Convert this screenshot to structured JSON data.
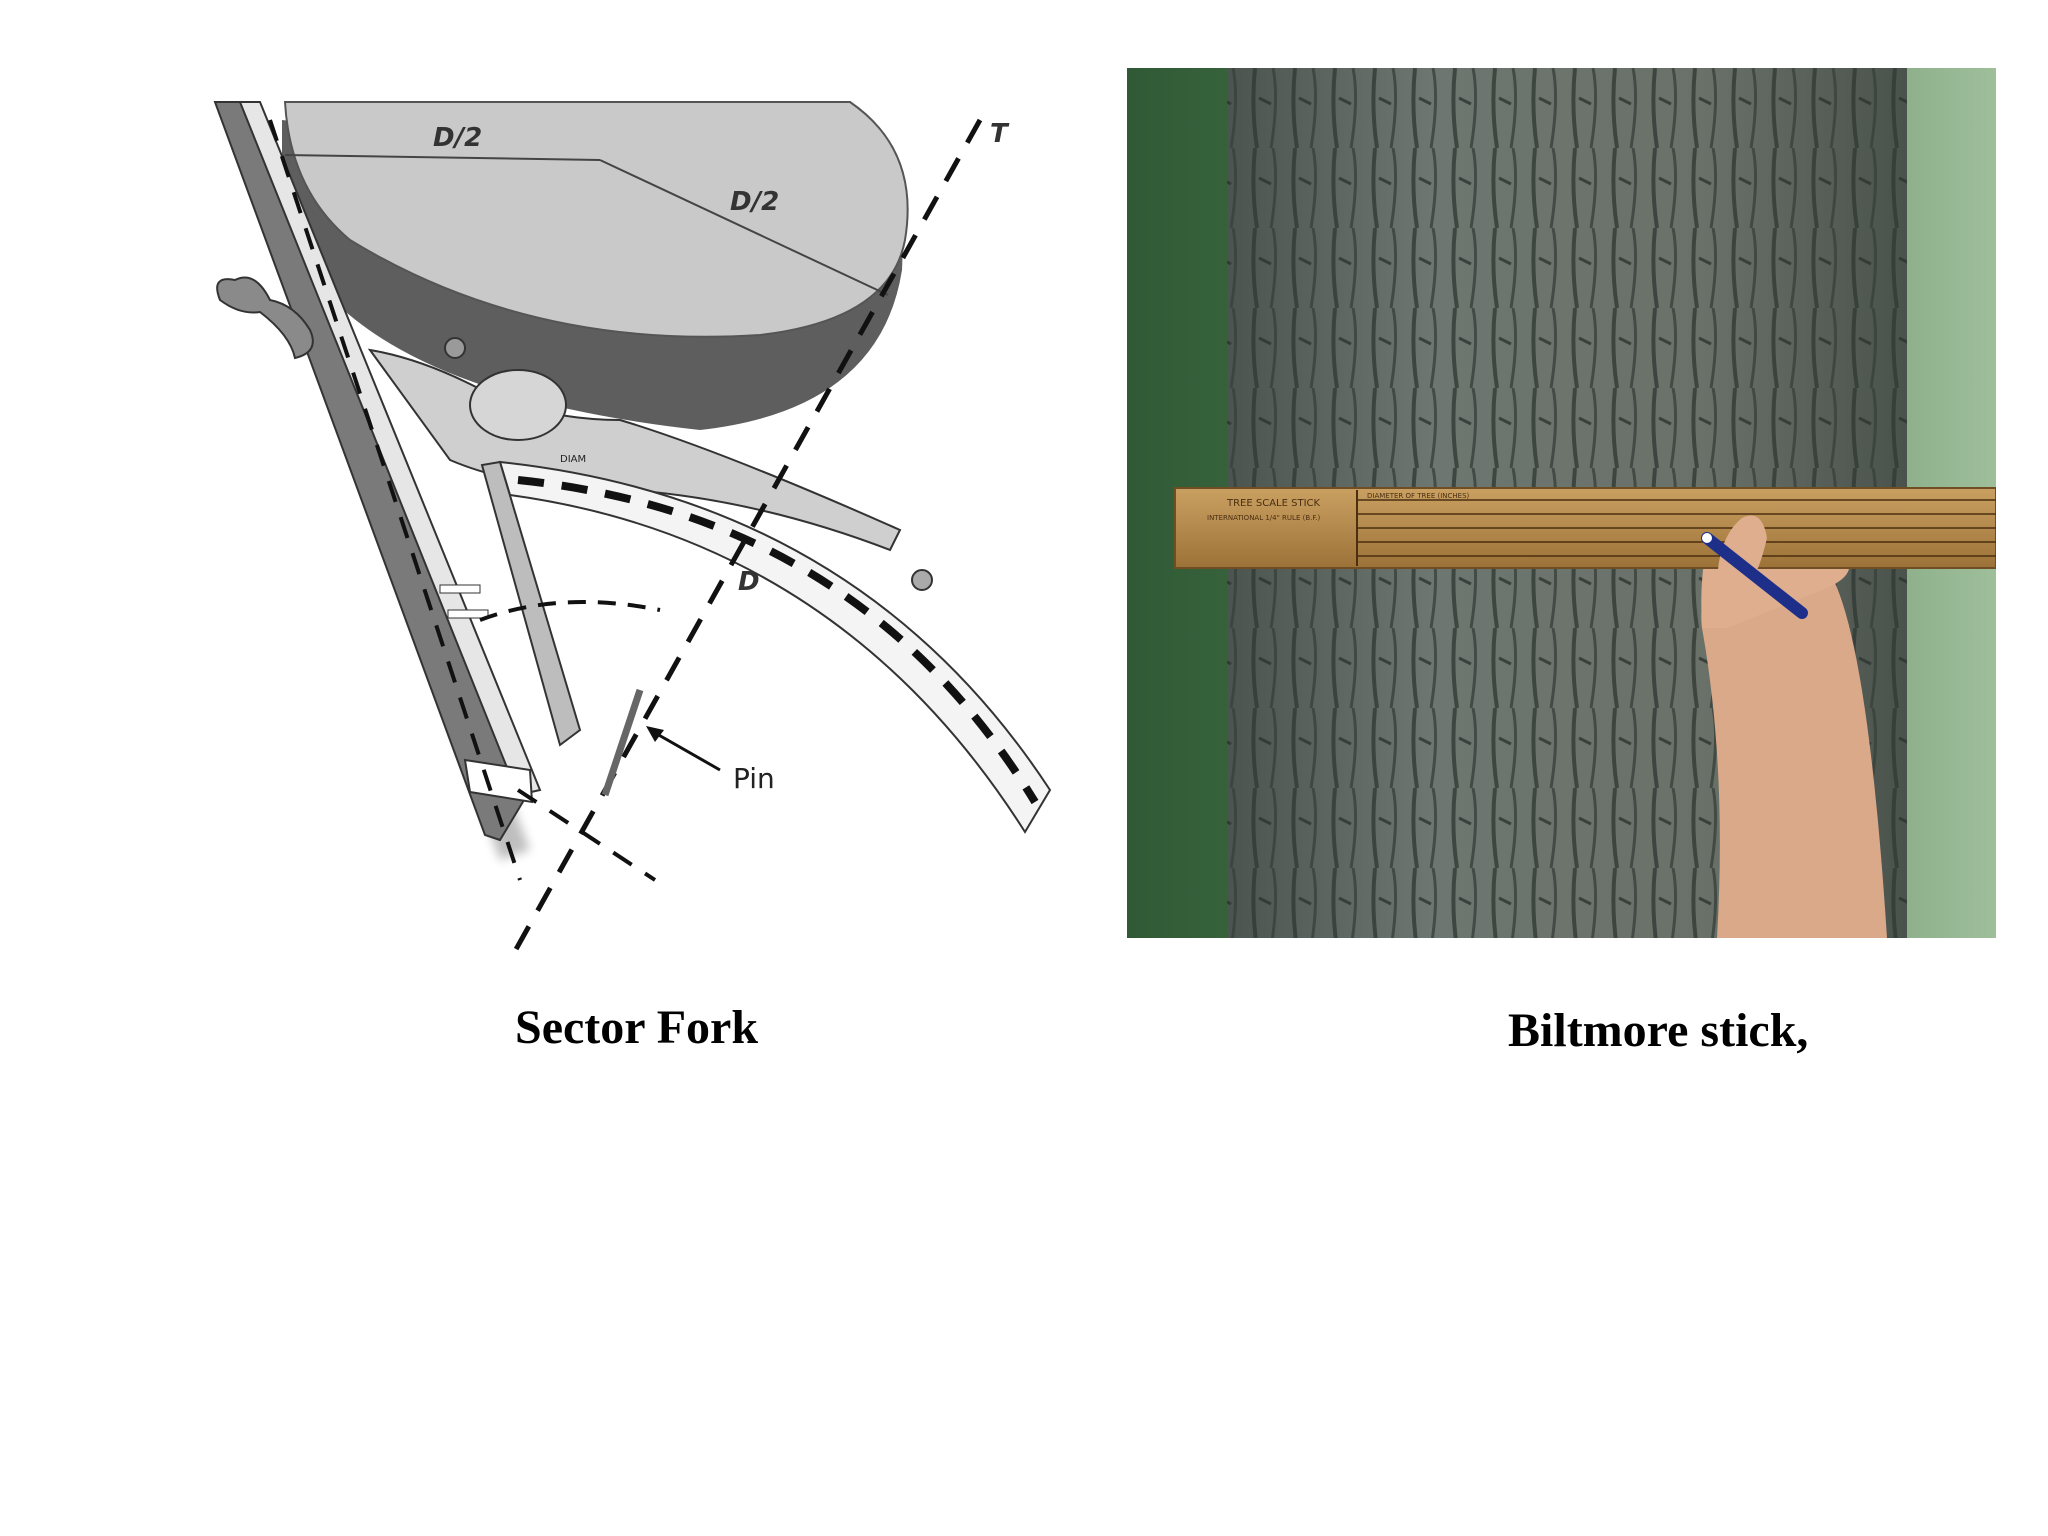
{
  "figures": {
    "left": {
      "caption": "Sector Fork",
      "labels": {
        "half_diameter_top": "D/2",
        "half_diameter_right": "D/2",
        "tangent": "T",
        "diameter": "D",
        "pin": "Pin"
      },
      "scale_text": "DIAM"
    },
    "right": {
      "caption": "Biltmore stick,",
      "stick_text": {
        "line1": "TREE SCALE STICK",
        "line2": "INTERNATIONAL 1/4\" RULE (B.F.)",
        "header": "DIAMETER OF TREE (INCHES)"
      }
    }
  },
  "colors": {
    "background": "#ffffff",
    "caption": "#000000",
    "disk_top": "#c9c9c9",
    "disk_side": "#5e5e5e",
    "bark": "#5f6a63",
    "stick": "#b58a4c",
    "foliage": "#3f6b45"
  }
}
